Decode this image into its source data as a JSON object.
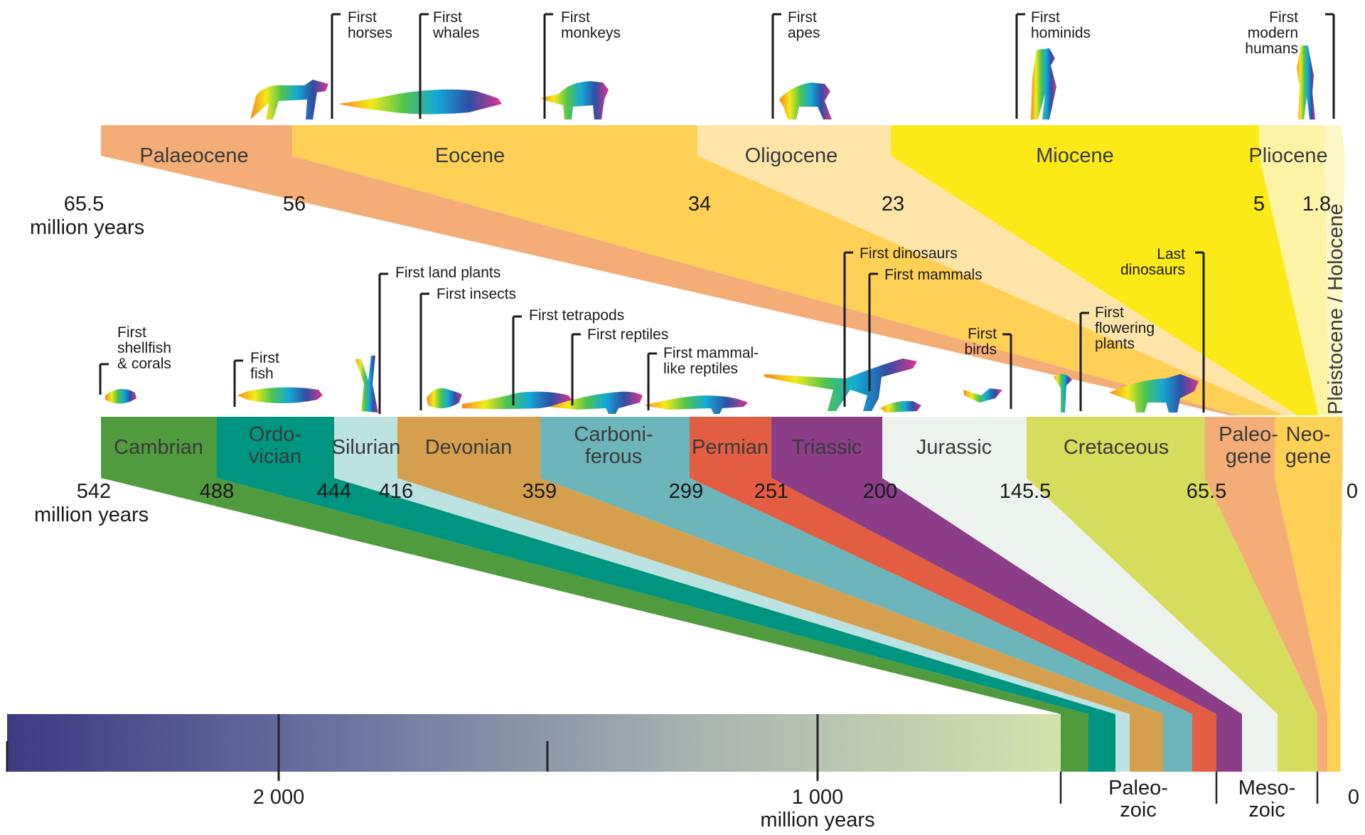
{
  "epochs": [
    {
      "id": "palaeocene",
      "label": [
        "Palaeocene"
      ],
      "color": "#f4ad76"
    },
    {
      "id": "eocene",
      "label": [
        "Eocene"
      ],
      "color": "#fed156"
    },
    {
      "id": "oligocene",
      "label": [
        "Oligocene"
      ],
      "color": "#fde5aa"
    },
    {
      "id": "miocene",
      "label": [
        "Miocene"
      ],
      "color": "#fbea17"
    },
    {
      "id": "pliocene",
      "label": [
        "Pliocene"
      ],
      "color": "#fdf3a4"
    },
    {
      "id": "pleistocene-holocene",
      "label": [
        "Pleistocene / Holocene"
      ],
      "color": "#fef7c9"
    }
  ],
  "epoch_ticks": [
    {
      "value": "65.5",
      "unit": "million years"
    },
    {
      "value": "56"
    },
    {
      "value": "34"
    },
    {
      "value": "23"
    },
    {
      "value": "5"
    },
    {
      "value": "1.8"
    }
  ],
  "periods": [
    {
      "id": "cambrian",
      "label": [
        "Cambrian"
      ],
      "color": "#519b3f",
      "text_color": "#3a3a3a"
    },
    {
      "id": "ordovician",
      "label": [
        "Ordo-",
        "vician"
      ],
      "color": "#009580",
      "text_color": "#3a3a3a"
    },
    {
      "id": "silurian",
      "label": [
        "Silurian"
      ],
      "color": "#bce2e1",
      "text_color": "#3a3a3a"
    },
    {
      "id": "devonian",
      "label": [
        "Devonian"
      ],
      "color": "#d69f4d",
      "text_color": "#3a3a3a"
    },
    {
      "id": "carboniferous",
      "label": [
        "Carboni-",
        "ferous"
      ],
      "color": "#6cb5ba",
      "text_color": "#3a3a3a"
    },
    {
      "id": "permian",
      "label": [
        "Permian"
      ],
      "color": "#e35d42",
      "text_color": "#3a3a3a"
    },
    {
      "id": "triassic",
      "label": [
        "Triassic"
      ],
      "color": "#8b3d87",
      "text_color": "#ffffff"
    },
    {
      "id": "jurassic",
      "label": [
        "Jurassic"
      ],
      "color": "#ecf2ee",
      "text_color": "#3a3a3a"
    },
    {
      "id": "cretaceous",
      "label": [
        "Cretaceous"
      ],
      "color": "#d6dc5c",
      "text_color": "#3a3a3a"
    },
    {
      "id": "paleogene",
      "label": [
        "Paleo-",
        "gene"
      ],
      "color": "#f4ad76",
      "text_color": "#3a3a3a"
    },
    {
      "id": "neogene",
      "label": [
        "Neo-",
        "gene"
      ],
      "color": "#fed156",
      "text_color": "#3a3a3a"
    }
  ],
  "period_ticks": [
    {
      "value": "542",
      "unit": "million years"
    },
    {
      "value": "488"
    },
    {
      "value": "444"
    },
    {
      "value": "416"
    },
    {
      "value": "359"
    },
    {
      "value": "299"
    },
    {
      "value": "251"
    },
    {
      "value": "200"
    },
    {
      "value": "145.5"
    },
    {
      "value": "65.5"
    },
    {
      "value": "0"
    }
  ],
  "upper_events": [
    {
      "id": "first-horses",
      "lines": [
        "First",
        "horses"
      ],
      "animal": "horse-silhouette-icon"
    },
    {
      "id": "first-whales",
      "lines": [
        "First",
        "whales"
      ],
      "animal": "whale-silhouette-icon"
    },
    {
      "id": "first-monkeys",
      "lines": [
        "First",
        "monkeys"
      ],
      "animal": "monkey-silhouette-icon"
    },
    {
      "id": "first-apes",
      "lines": [
        "First",
        "apes"
      ],
      "animal": "ape-silhouette-icon"
    },
    {
      "id": "first-hominids",
      "lines": [
        "First",
        "hominids"
      ],
      "animal": "hominid-silhouette-icon"
    },
    {
      "id": "first-modern-humans",
      "lines": [
        "First",
        "modern",
        "humans"
      ],
      "animal": "human-silhouette-icon"
    }
  ],
  "lower_events": [
    {
      "id": "first-shellfish-corals",
      "lines": [
        "First",
        "shellfish",
        "& corals"
      ],
      "animal": "shellfish-silhouette-icon"
    },
    {
      "id": "first-fish",
      "lines": [
        "First",
        "fish"
      ],
      "animal": "fish-silhouette-icon"
    },
    {
      "id": "first-land-plants",
      "lines": [
        "First land plants"
      ],
      "animal": "plant-silhouette-icon"
    },
    {
      "id": "first-insects",
      "lines": [
        "First insects"
      ],
      "animal": "insect-silhouette-icon"
    },
    {
      "id": "first-tetrapods",
      "lines": [
        "First tetrapods"
      ],
      "animal": "tetrapod-silhouette-icon"
    },
    {
      "id": "first-reptiles",
      "lines": [
        "First reptiles"
      ],
      "animal": "reptile-silhouette-icon"
    },
    {
      "id": "first-mammal-like-reptiles",
      "lines": [
        "First mammal-",
        "like reptiles"
      ],
      "animal": "mammal-like-reptile-silhouette-icon"
    },
    {
      "id": "first-dinosaurs",
      "lines": [
        "First dinosaurs"
      ],
      "animal": "dinosaur-silhouette-icon"
    },
    {
      "id": "first-mammals",
      "lines": [
        "First mammals"
      ],
      "animal": "mammal-silhouette-icon"
    },
    {
      "id": "first-birds",
      "lines": [
        "First",
        "birds"
      ],
      "animal": "bird-silhouette-icon"
    },
    {
      "id": "first-flowering-plants",
      "lines": [
        "First",
        "flowering",
        "plants"
      ],
      "animal": "flower-silhouette-icon"
    },
    {
      "id": "last-dinosaurs",
      "lines": [
        "Last",
        "dinosaurs"
      ],
      "animal": "triceratops-silhouette-icon"
    }
  ],
  "scale_bar": {
    "ticks": [
      {
        "label": "2 000"
      },
      {
        "label": "1 000",
        "unit": "million years"
      },
      {
        "label": "0"
      }
    ],
    "eras": [
      {
        "id": "paleozoic",
        "lines": [
          "Paleo-",
          "zoic"
        ]
      },
      {
        "id": "mesozoic",
        "lines": [
          "Meso-",
          "zoic"
        ]
      }
    ],
    "gradient": [
      "#3d3a82",
      "#6c76a0",
      "#a9b4b0",
      "#d3e3ad"
    ]
  }
}
